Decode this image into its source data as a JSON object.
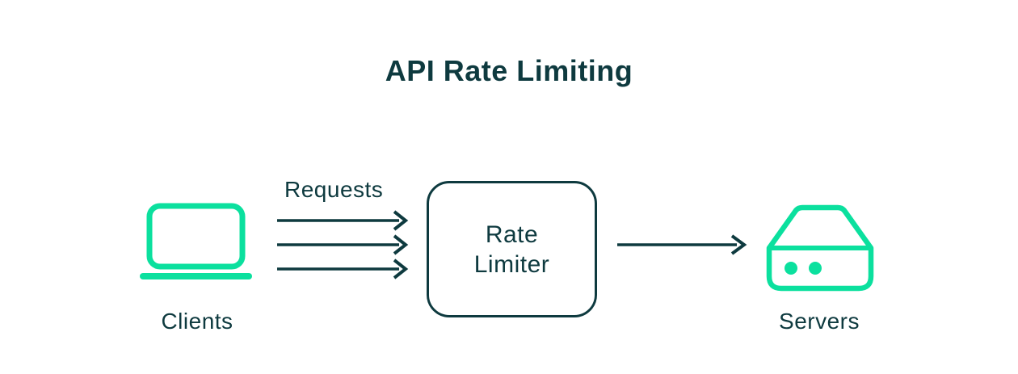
{
  "title": "API Rate Limiting",
  "colors": {
    "accent": "#0BE09E",
    "ink": "#0E3A3F",
    "background": "#FFFFFF"
  },
  "diagram": {
    "clients": {
      "label": "Clients",
      "icon": "laptop-icon"
    },
    "requests": {
      "label": "Requests",
      "arrow_count": 3
    },
    "rate_limiter": {
      "label_lines": [
        "Rate",
        "Limiter"
      ]
    },
    "servers": {
      "label": "Servers",
      "icon": "server-icon"
    }
  }
}
